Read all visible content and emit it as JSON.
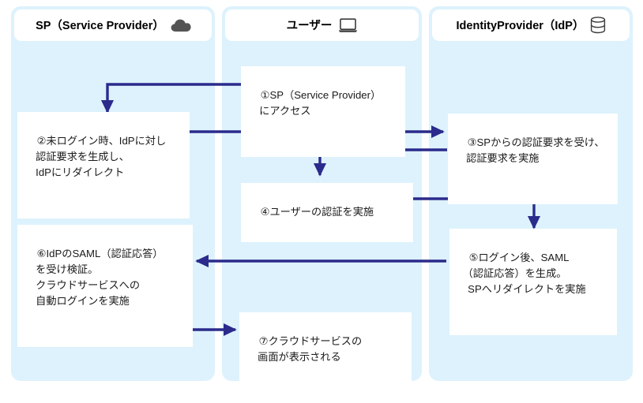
{
  "diagram": {
    "title": "SAML SSO authentication flow",
    "colors": {
      "lane_background": "#ddf2fc",
      "box_background": "#ffffff",
      "arrow": "#2b2b8c",
      "highlight": "#fff33f",
      "text": "#1a1a1a"
    },
    "lanes": [
      {
        "id": "sp",
        "title": "SP（Service Provider）",
        "icon": "cloud-icon",
        "highlight": "partial"
      },
      {
        "id": "user",
        "title": "ユーザー",
        "icon": "laptop-icon",
        "highlight": "full"
      },
      {
        "id": "idp",
        "title": "IdentityProvider（IdP）",
        "icon": "database-icon",
        "highlight": "full"
      }
    ],
    "steps": [
      {
        "id": "step1",
        "lane": "user",
        "number": "①",
        "lines": [
          "①SP（Service Provider）",
          "　にアクセス"
        ]
      },
      {
        "id": "step2",
        "lane": "sp",
        "number": "②",
        "lines": [
          "②未ログイン時、IdPに対し",
          "　認証要求を生成し、",
          "　IdPにリダイレクト"
        ]
      },
      {
        "id": "step3",
        "lane": "idp",
        "number": "③",
        "lines": [
          "③SPからの認証要求を受け、",
          "　認証要求を実施"
        ]
      },
      {
        "id": "step4",
        "lane": "user",
        "number": "④",
        "lines": [
          "④ユーザーの認証を実施"
        ]
      },
      {
        "id": "step5",
        "lane": "idp",
        "number": "⑤",
        "lines": [
          "⑤ログイン後、SAML",
          "　（認証応答）を生成。",
          "　SPへリダイレクトを実施"
        ]
      },
      {
        "id": "step6",
        "lane": "sp",
        "number": "⑥",
        "lines": [
          "⑥IdPのSAML（認証応答）",
          "　を受け検証。",
          "　クラウドサービスへの",
          "　自動ログインを実施"
        ]
      },
      {
        "id": "step7",
        "lane": "user",
        "number": "⑦",
        "lines": [
          "⑦クラウドサービスの",
          "　画面が表示される"
        ]
      }
    ],
    "connectors": [
      {
        "id": "c1",
        "from": "step1",
        "to": "step2",
        "direction": "left-then-down"
      },
      {
        "id": "c2",
        "from": "step2",
        "to": "step3",
        "direction": "right"
      },
      {
        "id": "c3",
        "from": "step3",
        "to": "step4",
        "direction": "left-then-down"
      },
      {
        "id": "c4",
        "from": "step4",
        "to": "step5",
        "direction": "right-then-down"
      },
      {
        "id": "c5",
        "from": "step5",
        "to": "step6",
        "direction": "left"
      },
      {
        "id": "c6",
        "from": "step6",
        "to": "step7",
        "direction": "down-then-right"
      }
    ]
  }
}
